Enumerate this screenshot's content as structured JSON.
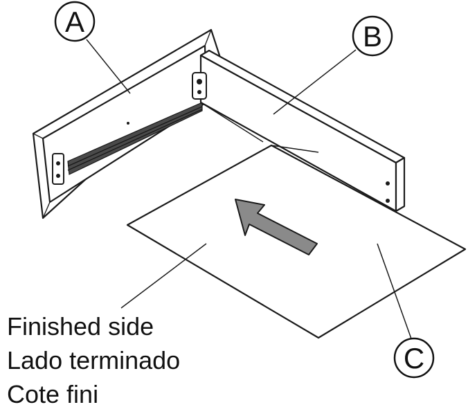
{
  "labels": {
    "part_a": "A",
    "part_b": "B",
    "part_c": "C"
  },
  "caption": {
    "line_en": "Finished side",
    "line_es": "Lado terminado",
    "line_fr": "Cote fini"
  },
  "colors": {
    "line": "#1a1a1a",
    "arrow_fill": "#8a8a8a",
    "background": "#ffffff"
  },
  "icons": {
    "direction_arrow": "slide-in-arrow"
  }
}
